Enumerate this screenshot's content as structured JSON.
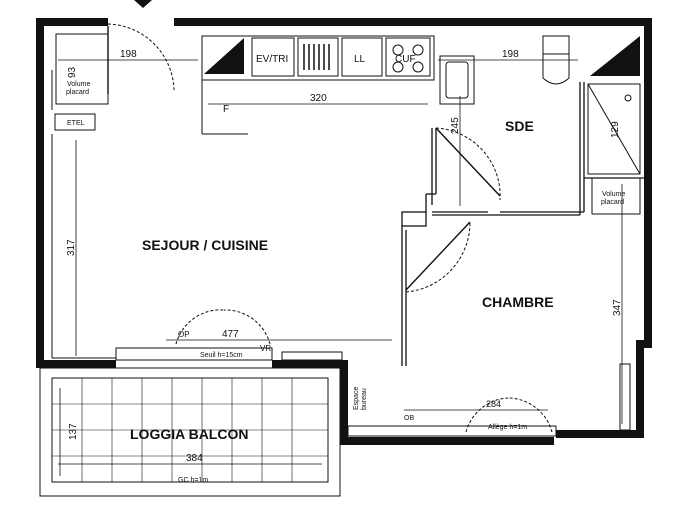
{
  "rooms": {
    "sejour": "SEJOUR / CUISINE",
    "sde": "SDE",
    "chambre": "CHAMBRE",
    "loggia": "LOGGIA BALCON"
  },
  "dimensions": {
    "entry_width": "198",
    "sde_width": "198",
    "kitchen_run": "320",
    "sejour_height": "317",
    "chambre_height": "347",
    "sde_height": "245",
    "placard_depth": "93",
    "shower": "129",
    "living_window": "477",
    "bedroom_window": "284",
    "loggia_width": "384",
    "loggia_depth": "137"
  },
  "labels": {
    "ev_tri": "EV/TRI",
    "ll": "LL",
    "cuf": "CUF",
    "f": "F",
    "volume_1": "Volume",
    "placard_1": "placard",
    "volume_2": "Volume",
    "placard_2": "placard",
    "etel": "ETEL",
    "op": "OP",
    "vr": "VR",
    "seuil": "Seuil h=15cm",
    "ob": "OB",
    "allege": "Allège h=1m",
    "espace_1": "Espace",
    "espace_2": "bureau",
    "gc": "GC h=1m"
  }
}
